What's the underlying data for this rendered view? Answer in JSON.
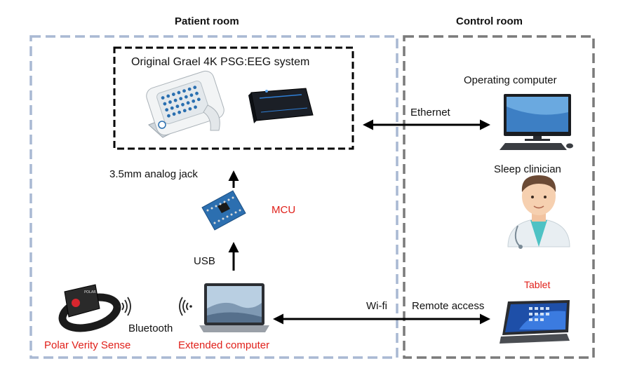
{
  "regions": {
    "patient_room": "Patient room",
    "control_room": "Control room"
  },
  "system_box_title": "Original Grael 4K PSG:EEG system",
  "labels": {
    "analog_jack": "3.5mm analog jack",
    "mcu": "MCU",
    "usb": "USB",
    "bluetooth": "Bluetooth",
    "polar": "Polar Verity Sense",
    "extended_computer": "Extended computer",
    "ethernet": "Ethernet",
    "operating_computer": "Operating computer",
    "sleep_clinician": "Sleep clinician",
    "tablet": "Tablet",
    "wifi": "Wi-fi",
    "remote_access": "Remote access"
  },
  "colors": {
    "patient_border": "#a9b9d3",
    "control_border": "#7a7a7a",
    "highlight_text": "#e0201a"
  }
}
